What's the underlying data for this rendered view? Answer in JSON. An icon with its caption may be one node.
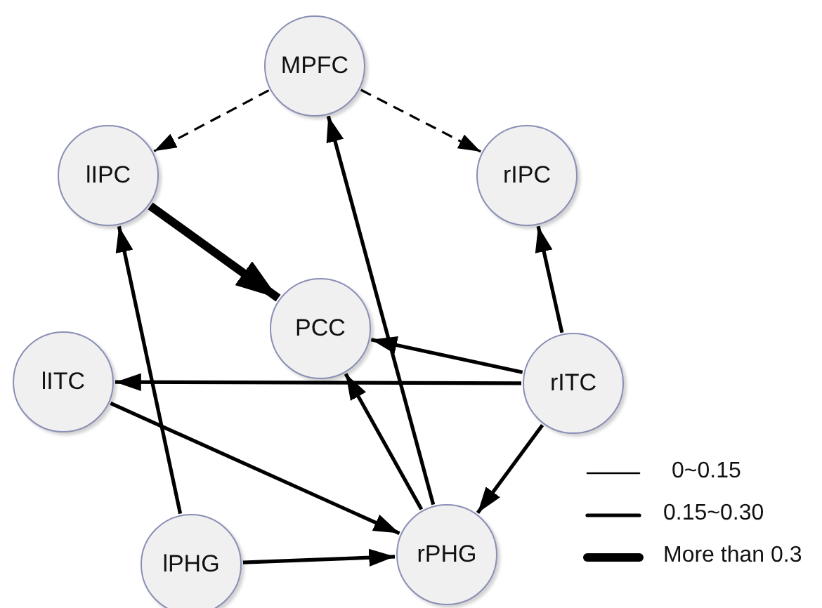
{
  "diagram": {
    "nodes": [
      {
        "text": [
          "MPFC"
        ]
      },
      {
        "text": [
          "lIPC"
        ]
      },
      {
        "text": [
          "rIPC"
        ]
      },
      {
        "text": [
          "PCC"
        ]
      },
      {
        "text": [
          "lITC"
        ]
      },
      {
        "text": [
          "rITC"
        ]
      },
      {
        "text": [
          "lPHG"
        ]
      },
      {
        "text": [
          "rPHG"
        ]
      }
    ],
    "edges": [
      {
        "from": 0,
        "to": 1,
        "arrow": "to",
        "style": "dashed"
      },
      {
        "from": 0,
        "to": 2,
        "arrow": "to",
        "style": "dashed"
      },
      {
        "from": 1,
        "to": 3,
        "arrow": "to",
        "style": "thick"
      },
      {
        "from": 5,
        "to": 2,
        "arrow": "to"
      },
      {
        "from": 5,
        "to": 3,
        "arrow": "to"
      },
      {
        "from": 5,
        "to": 4,
        "arrow": "to"
      },
      {
        "from": 5,
        "to": 7,
        "arrow": "to"
      },
      {
        "from": 4,
        "to": 7,
        "arrow": "to"
      },
      {
        "from": 6,
        "to": 1,
        "arrow": "to"
      },
      {
        "from": 6,
        "to": 7,
        "arrow": "to"
      },
      {
        "from": 7,
        "to": 0,
        "arrow": "to"
      },
      {
        "from": 7,
        "to": 3,
        "arrow": "to"
      }
    ],
    "legend": [
      {
        "text": "0~0.15"
      },
      {
        "text": "0.15~0.30"
      },
      {
        "text": "More than 0.3"
      }
    ]
  }
}
